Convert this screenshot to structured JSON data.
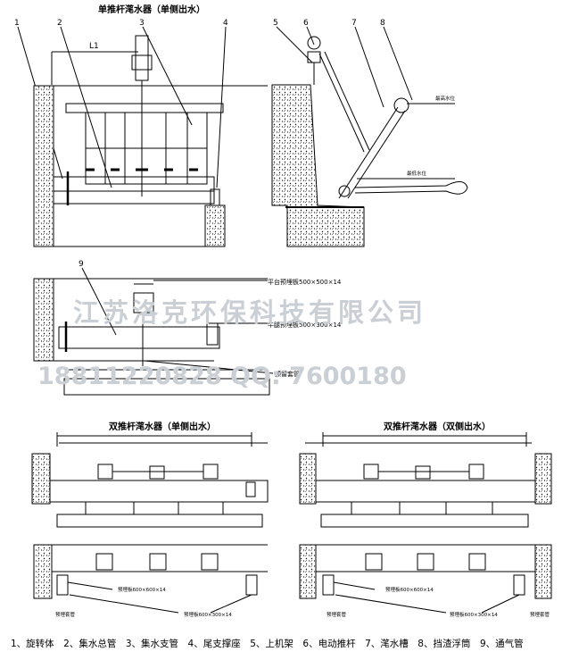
{
  "top_left_title": "单推杆滗水器（单侧出水）",
  "top_numbers": [
    "1",
    "2",
    "3",
    "4",
    "5",
    "6",
    "7",
    "8"
  ],
  "dim_label_L1": "L1",
  "level_labels": [
    "最高水位",
    "最低水位"
  ],
  "plan_number": "9",
  "plan_callouts": [
    "平台预埋板500×500×14",
    "牛腿预埋板500×300×14",
    "预留套管"
  ],
  "watermark": {
    "company": "江苏洛克环保科技有限公司",
    "contact": "18811220828 QQ: 7600180"
  },
  "bottom_left_title": "双推杆滗水器（单侧出水）",
  "bottom_right_title": "双推杆滗水器（双侧出水）",
  "bottom_callouts": {
    "left_plate1": "预埋板600×600×14",
    "left_sleeve": "预埋套管",
    "left_plate2": "预埋板600×300×14",
    "right_plate1": "预埋板600×600×14",
    "right_sleeve_left": "预埋套管",
    "right_sleeve_right": "预埋套管",
    "right_plate2": "预埋板600×300×14"
  },
  "legend": "1、旋转体　2、集水总管　3、集水支管　4、尾支撑座　5、上机架　6、电动推杆　7、滗水槽　8、挡渣浮筒　9、通气管"
}
